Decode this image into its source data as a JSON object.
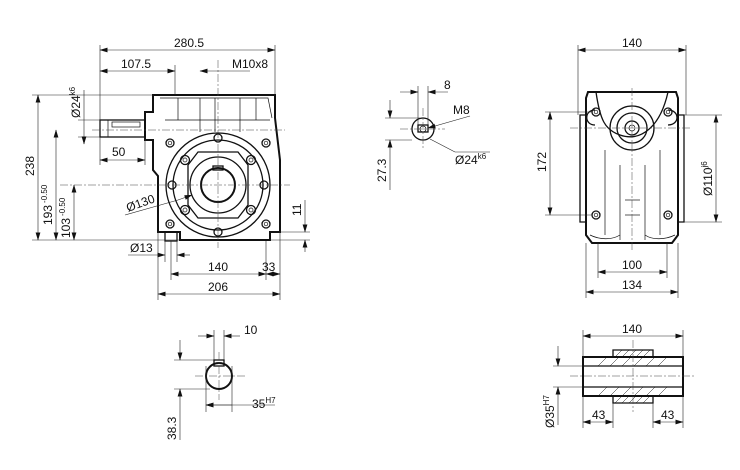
{
  "dimensions": {
    "overall_length": "280.5",
    "shaft_offset": "107.5",
    "thread": "M10x8",
    "shaft_dia_label": "Ø24",
    "shaft_dia_tol": "k6",
    "shaft_length": "50",
    "height_total": "238",
    "height_axis": "193",
    "height_axis_tol": "-0.50",
    "height_worm": "103",
    "height_worm_tol": "-0.50",
    "flange_dia": "Ø130",
    "base_thickness": "11",
    "hole_dia": "Ø13",
    "mount_spacing": "140",
    "base_offset": "33",
    "base_width": "206",
    "key_width": "8",
    "key_thread": "M8",
    "key_height": "27.3",
    "key_shaft_label": "Ø24",
    "key_shaft_tol": "k6",
    "side_width": "140",
    "side_height": "172",
    "pilot_label": "Ø110",
    "pilot_tol": "j6",
    "side_spacing": "100",
    "side_base": "134",
    "bore_key_width": "10",
    "bore_dia_label": "35",
    "bore_dia_tol": "H7",
    "bore_key_height": "38.3",
    "hollow_length": "140",
    "hollow_dia_label": "Ø35",
    "hollow_dia_tol": "H7",
    "hollow_left": "43",
    "hollow_right": "43"
  }
}
